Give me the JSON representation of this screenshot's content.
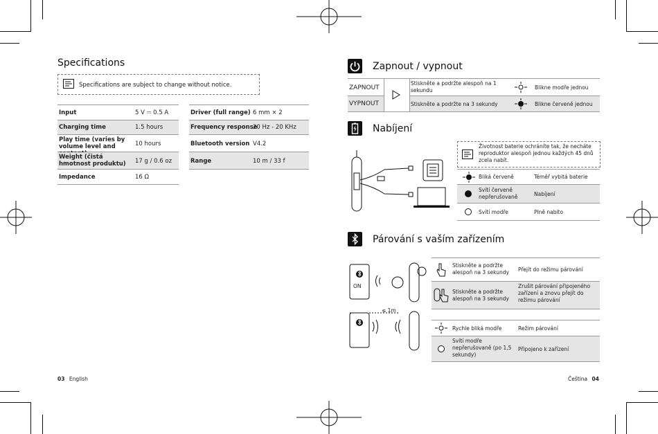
{
  "left": {
    "title": "Specifications",
    "notice": "Specifications are subject to change without notice.",
    "specs_left": [
      {
        "label": "Input",
        "value": "5 V ⎓ 0.5 A"
      },
      {
        "label": "Charging time",
        "value": "1.5 hours"
      },
      {
        "label": "Play time  (varies by volume level and content)",
        "value": "10 hours"
      },
      {
        "label": "Weight (čistá hmotnost produktu)",
        "value": "17 g / 0.6  oz"
      },
      {
        "label": "Impedance",
        "value": "16 Ω"
      }
    ],
    "specs_right": [
      {
        "label": "Driver (full range)",
        "value": "6 mm × 2"
      },
      {
        "label": "Frequency response",
        "value": "20 Hz - 20 KHz"
      },
      {
        "label": "Bluetooth version",
        "value": "V4.2"
      },
      {
        "label": "Range",
        "value": "10 m / 33 f"
      }
    ],
    "footer": {
      "page": "03",
      "lang": "English"
    }
  },
  "right": {
    "power": {
      "title": "Zapnout / vypnout",
      "rows": [
        {
          "mode": "ZAPNOUT",
          "action": "Stiskněte a podržte alespoň na 1 sekundu",
          "indicator": "Blikne modře jednou"
        },
        {
          "mode": "VYPNOUT",
          "action": "Stiskněte a podržte na 3 sekundy",
          "indicator": "Blikne červeně jednou"
        }
      ]
    },
    "charging": {
      "title": "Nabíjení",
      "note": "Životnost baterie ochráníte tak, že necháte reproduktor alespoň jednou každých 45 dnů zcela nabít.",
      "rows": [
        {
          "led": "Bliká červeně",
          "status": "Téměř vybitá baterie"
        },
        {
          "led": "Svítí červeně nepřerušovaně",
          "status": "Nabíjení"
        },
        {
          "led": "Svítí modře",
          "status": "Plně nabito"
        }
      ]
    },
    "pairing": {
      "title": "Párování s vaším zařízením",
      "phone_on": "ON",
      "distance": "≤ 1m",
      "rows_a": [
        {
          "action": "Stiskněte a podržte alespoň na 3 sekundy",
          "result": "Přejít do režimu párování"
        },
        {
          "action": "Stiskněte a podržte alespoň na 3 sekundy",
          "result": "Zrušit párování připojeného zařízení a znovu přejít do režimu párování"
        }
      ],
      "rows_b": [
        {
          "led": "Rychle bliká modře",
          "result": "Režim párování"
        },
        {
          "led": "Svítí modře nepřerušovaně (po 1,5 sekundy)",
          "result": "Připojeno k zařízení"
        }
      ]
    },
    "footer": {
      "lang": "Čeština",
      "page": "04"
    }
  }
}
